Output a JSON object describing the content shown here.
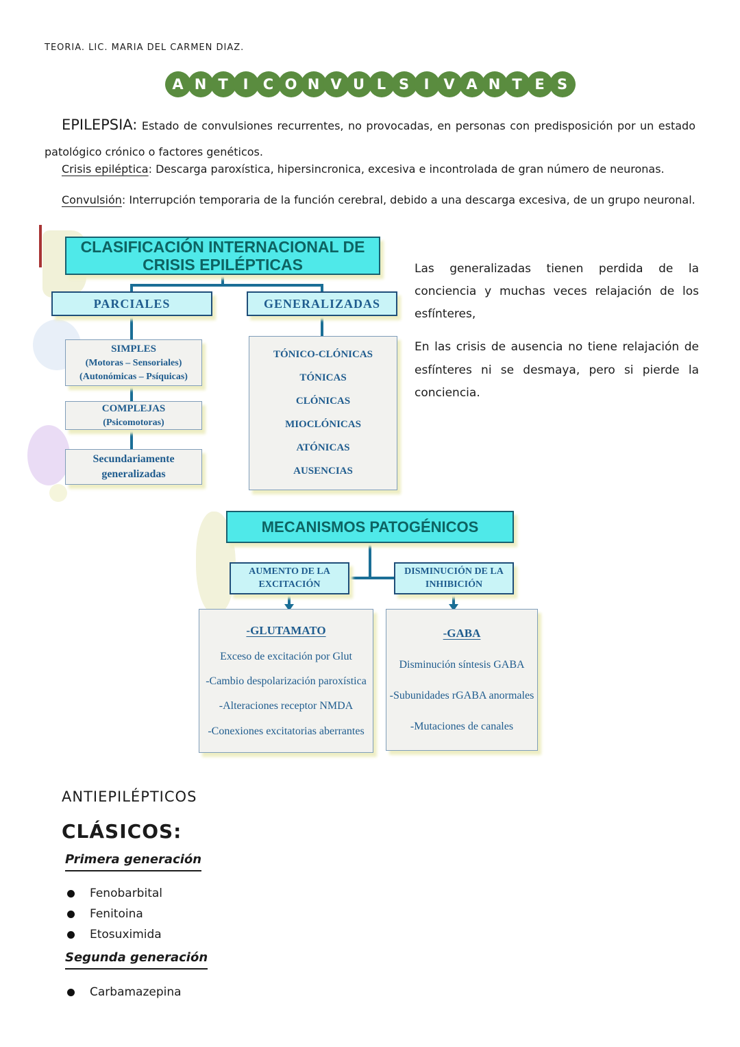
{
  "page": {
    "header": "TEORIA. LIC. MARIA DEL CARMEN DIAZ."
  },
  "title": {
    "text": "ANTICONVULSIVANTES",
    "letters": [
      "A",
      "N",
      "T",
      "I",
      "C",
      "O",
      "N",
      "V",
      "U",
      "L",
      "S",
      "I",
      "V",
      "A",
      "N",
      "T",
      "E",
      "S"
    ]
  },
  "paragraphs": {
    "epilepsia_lead": "EPILEPSIA:",
    "epilepsia_text": "Estado de convulsiones recurrentes, no provocadas, en personas con predisposición por un estado patológico crónico o factores genéticos.",
    "crisis_lead": "Crisis epiléptica",
    "crisis_colon": ":",
    "crisis_text": "Descarga paroxística, hipersincronica, excesiva e incontrolada de gran número de neuronas.",
    "convulsion_lead": "Convulsión",
    "convulsion_colon": ":",
    "convulsion_text": "Interrupción temporaria de la función cerebral, debido a una descarga excesiva, de un grupo neuronal."
  },
  "classification_chart": {
    "title": "CLASIFICACIÓN INTERNACIONAL DE CRISIS EPILÉPTICAS",
    "left_header": "PARCIALES",
    "right_header": "GENERALIZADAS",
    "simples_title": "SIMPLES",
    "simples_sub1": "(Motoras – Sensoriales)",
    "simples_sub2": "(Autonómicas – Psíquicas)",
    "complejas_title": "COMPLEJAS",
    "complejas_sub": "(Psicomotoras)",
    "secundarias": "Secundariamente generalizadas",
    "generalizadas_items": [
      "TÓNICO-CLÓNICAS",
      "TÓNICAS",
      "CLÓNICAS",
      "MIOCLÓNICAS",
      "ATÓNICAS",
      "AUSENCIAS"
    ]
  },
  "side_note": {
    "p1": "Las generalizadas tienen perdida de la conciencia y muchas veces relajación de los esfínteres,",
    "p2": "En las crisis de ausencia no tiene relajación de esfínteres ni se desmaya, pero si pierde la conciencia."
  },
  "mechanisms_chart": {
    "title": "MECANISMOS PATOGÉNICOS",
    "left_header": "AUMENTO DE LA EXCITACIÓN",
    "right_header": "DISMINUCIÓN DE LA INHIBICIÓN",
    "glutamato_title": "-GLUTAMATO",
    "glutamato_items": [
      "Exceso de excitación por Glut",
      "-Cambio despolarización paroxística",
      "-Alteraciones receptor NMDA",
      "-Conexiones excitatorias aberrantes"
    ],
    "gaba_title": "-GABA",
    "gaba_items": [
      "Disminución síntesis GABA",
      "-Subunidades rGABA anormales",
      "-Mutaciones de canales"
    ]
  },
  "bottom": {
    "heading1": "ANTIEPILÉPTICOS",
    "heading2": "CLÁSICOS:",
    "gen1_label": "Primera generación",
    "gen1_items": [
      "Fenobarbital",
      "Fenitoina",
      "Etosuximida"
    ],
    "gen2_label": "Segunda generación",
    "gen2_items": [
      "Carbamazepina"
    ]
  },
  "colors": {
    "title_circle_green": "#5a8c3f",
    "chart_header_cyan": "#4fe9e9",
    "chart_subheader_cyan": "#c9f4f7",
    "chart_node_bg": "#f2f2ef",
    "chart_node_text": "#1f5c8e",
    "chart_header_text": "#0d6362",
    "connector_teal": "#1a6e96",
    "glow_yellow": "#eeeec4",
    "ink_black": "#1b1b1b"
  }
}
